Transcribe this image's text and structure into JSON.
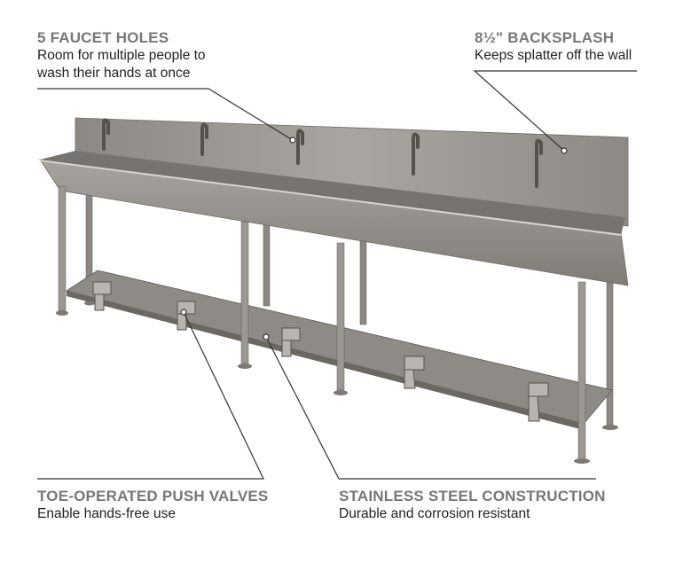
{
  "callouts": [
    {
      "title": "5 FAUCET HOLES",
      "lines": [
        "Room for multiple people to",
        "wash their hands at once"
      ]
    },
    {
      "title": "8½\" BACKSPLASH",
      "lines": [
        "Keeps splatter off the wall"
      ]
    },
    {
      "title": "TOE-OPERATED PUSH VALVES",
      "lines": [
        "Enable hands-free use"
      ]
    },
    {
      "title": "STAINLESS STEEL CONSTRUCTION",
      "lines": [
        "Durable and corrosion resistant"
      ]
    }
  ],
  "colors": {
    "steel": "#9a9690",
    "steel_dark": "#6f6b66",
    "line": "#333333",
    "title": "#777777"
  }
}
